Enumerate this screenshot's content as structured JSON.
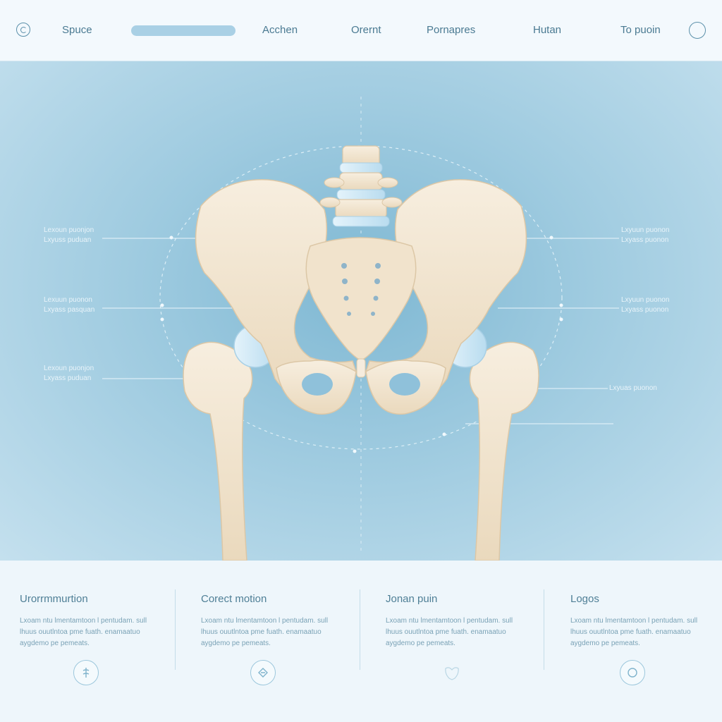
{
  "nav": {
    "brand": "Spuce",
    "items": [
      "Acchen",
      "Orernt",
      "Pornapres",
      "Hutan",
      "To puoin"
    ]
  },
  "callouts": {
    "left": [
      {
        "line1": "Lexoun puonjon",
        "line2": "Lxyuss puduan"
      },
      {
        "line1": "Lexuun puonon",
        "line2": "Lxyass pasquan"
      },
      {
        "line1": "Lexoun puonjon",
        "line2": "Lxyass puduan"
      }
    ],
    "right": [
      {
        "line1": "Lxyuun puonon",
        "line2": "Lxyass puonon"
      },
      {
        "line1": "Lxyuun puonon",
        "line2": "Lxyass puonon"
      },
      {
        "line1": "Lxyuas puonon"
      }
    ]
  },
  "cards": [
    {
      "title": "Urorrmmurtion",
      "body": "Lxoam ntu lmentamtoon l pentudam. sull lhuus ouutlntoa pme fuath. enamaatuo aygdemo pe pemeats.",
      "icon": "spine-icon"
    },
    {
      "title": "Corect motion",
      "body": "Lxoam ntu lmentamtoon l pentudam. sull lhuus ouutlntoa pme fuath. enamaatuo aygdemo pe pemeats.",
      "icon": "motion-icon"
    },
    {
      "title": "Jonan puin",
      "body": "Lxoam ntu lmentamtoon l pentudam. sull lhuus ouutlntoa pme fuath. enamaatuo aygdemo pe pemeats.",
      "icon": "pelvis-icon"
    },
    {
      "title": "Logos",
      "body": "Lxoam ntu lmentamtoon l pentudam. sull lhuus ouutlntoa pme fuath. enamaatuo aygdemo pe pemeats.",
      "icon": "circle-icon"
    }
  ],
  "colors": {
    "bone": "#f3e8d6",
    "bone_shadow": "#e1cfb2",
    "cartilage": "#d7ecf8",
    "accent": "#5b90aa",
    "background": "#9fcbe0"
  }
}
